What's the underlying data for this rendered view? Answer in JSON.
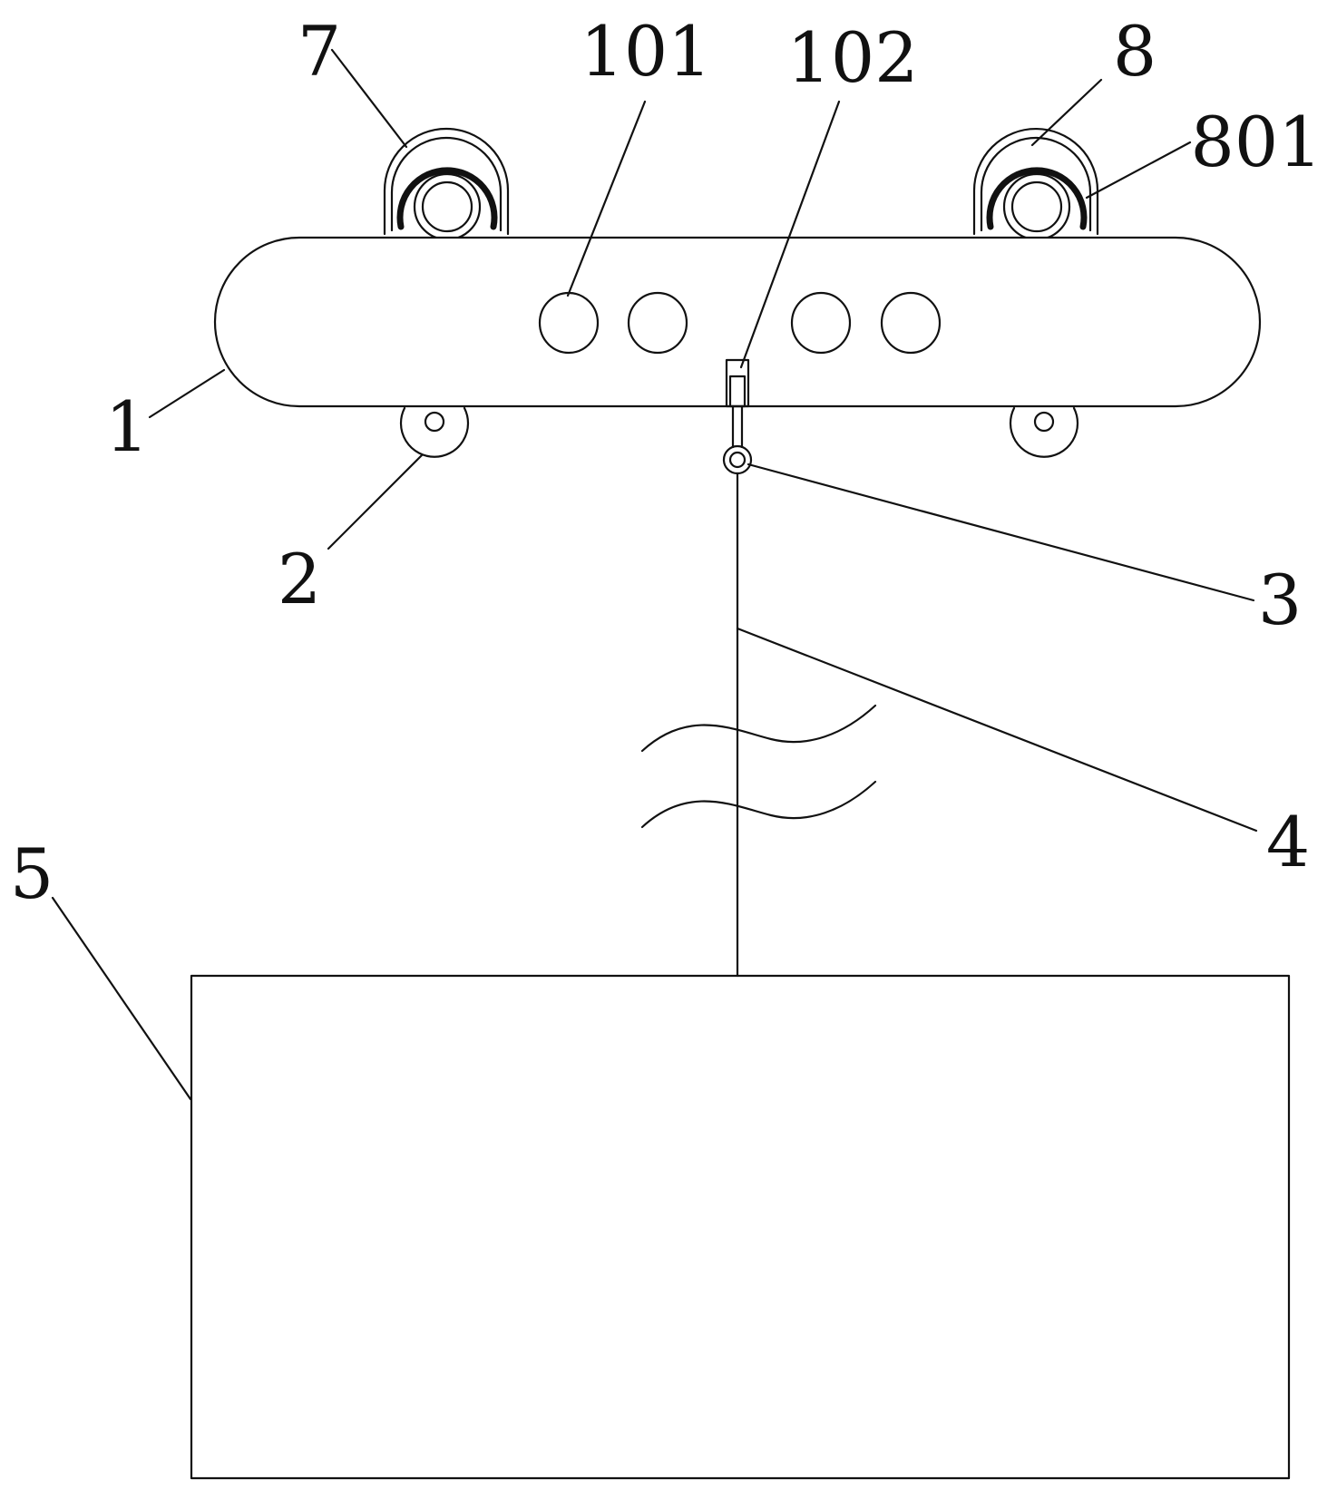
{
  "labels": {
    "part_1": "1",
    "part_2": "2",
    "part_3": "3",
    "part_4": "4",
    "part_5": "5",
    "part_7": "7",
    "part_8": "8",
    "part_101": "101",
    "part_102": "102",
    "part_801": "801"
  },
  "colors": {
    "stroke": "#111111",
    "background": "#ffffff"
  }
}
